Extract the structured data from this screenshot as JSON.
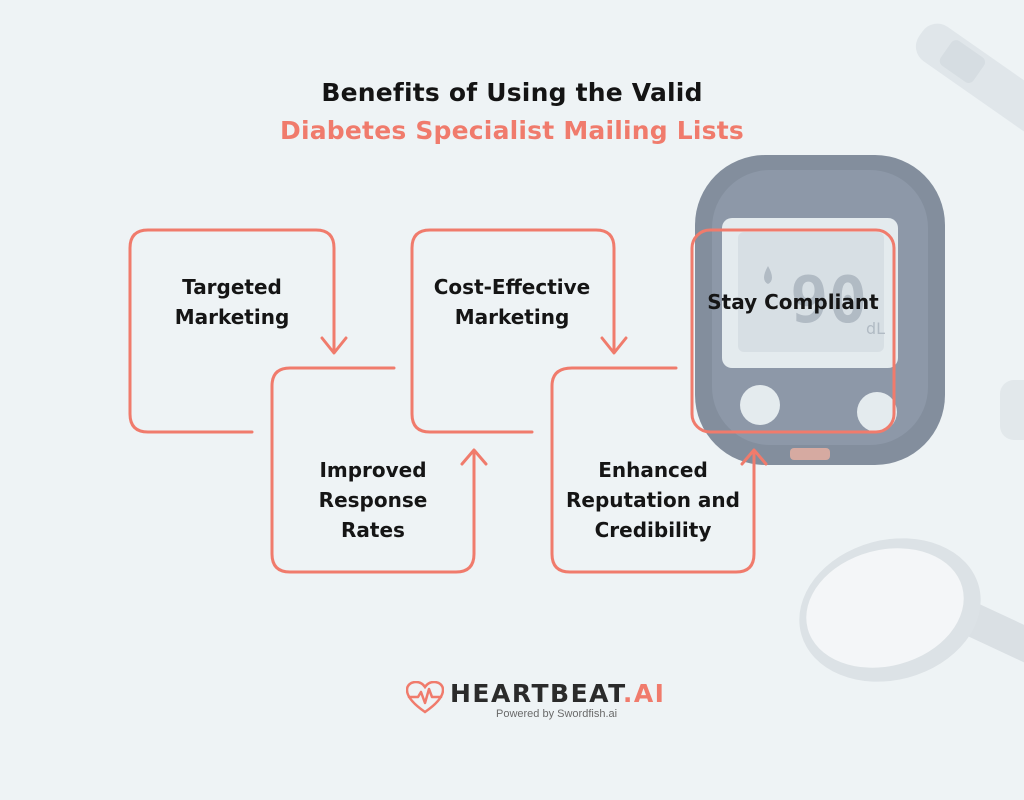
{
  "title": {
    "line1": "Benefits of Using the Valid",
    "line2": "Diabetes Specialist Mailing Lists"
  },
  "steps": [
    {
      "label": "Targeted Marketing"
    },
    {
      "label": "Improved Response Rates"
    },
    {
      "label": "Cost-Effective Marketing"
    },
    {
      "label": "Enhanced Reputation and Credibility"
    },
    {
      "label": "Stay Compliant"
    }
  ],
  "meter_reading": "90",
  "meter_unit": "dL",
  "logo": {
    "name": "HEARTBEAT",
    "suffix": ".AI",
    "tagline": "Powered by Swordfish.ai"
  },
  "colors": {
    "accent": "#f07b6c",
    "background": "#eef3f5",
    "text": "#141414"
  },
  "icons": [
    "heart-pulse-icon",
    "glucose-meter-image",
    "sugar-spoon-image",
    "lancet-pen-image"
  ]
}
